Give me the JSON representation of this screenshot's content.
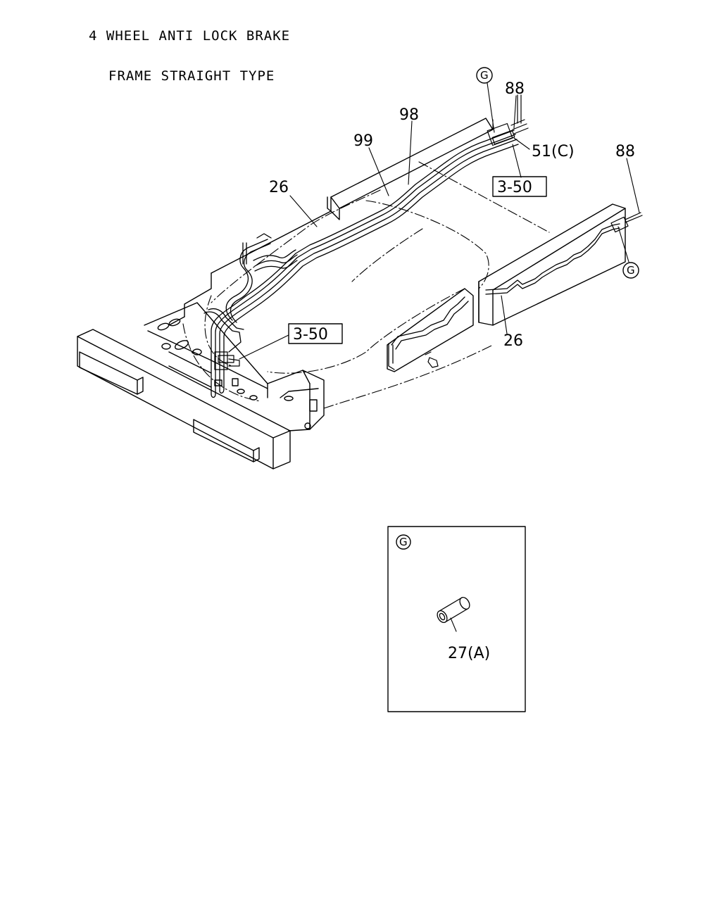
{
  "title": {
    "line1": "4 WHEEL ANTI LOCK BRAKE",
    "line2": "FRAME STRAIGHT TYPE"
  },
  "callouts": {
    "p26_upper": "26",
    "p26_lower": "26",
    "p98": "98",
    "p99": "99",
    "p88_top": "88",
    "p88_right": "88",
    "p51c": "51(C)",
    "ref_3_50_upper": "3-50",
    "ref_3_50_lower": "3-50"
  },
  "detail_markers": {
    "g_top": "G",
    "g_right": "G",
    "g_inset": "G"
  },
  "inset": {
    "part_label": "27(A)"
  }
}
